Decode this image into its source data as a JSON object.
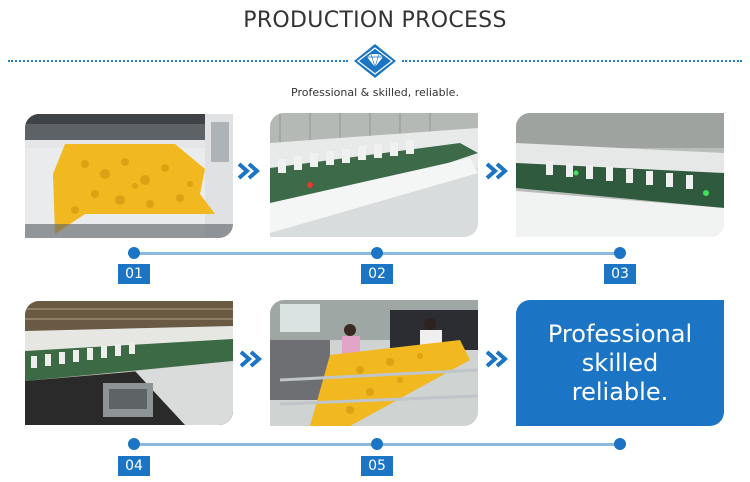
{
  "header": {
    "title": "PRODUCTION PROCESS",
    "subtitle": "Professional & skilled, reliable."
  },
  "steps": [
    {
      "number": "01",
      "photo": "lace-fabric-on-embroidery-machine"
    },
    {
      "number": "02",
      "photo": "embroidery-machine-row"
    },
    {
      "number": "03",
      "photo": "embroidery-machine-heads-closeup"
    },
    {
      "number": "04",
      "photo": "embroidery-machine-control-panel"
    },
    {
      "number": "05",
      "photo": "workers-inspecting-lace"
    }
  ],
  "callout": {
    "line1": "Professional",
    "line2": "skilled",
    "line3": "reliable."
  },
  "colors": {
    "accent": "#1b75c4",
    "timeline": "#8bb9de",
    "lace": "#f2b81f"
  }
}
